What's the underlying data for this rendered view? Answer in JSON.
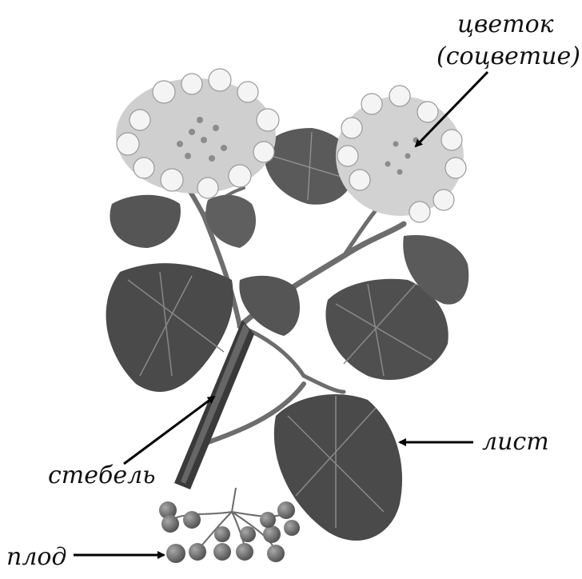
{
  "labels": {
    "flower_line1": "цветок",
    "flower_line2": "(соцветие)",
    "stem": "стебель",
    "leaf": "лист",
    "fruit": "плод"
  },
  "illustration": {
    "subject": "viburnum-branch",
    "colors": {
      "leaf": "#4a4a4a",
      "leaf_light": "#6e6e6e",
      "stem": "#3a3a3a",
      "flower": "#f2f2f2",
      "berry": "#707070",
      "arrow": "#000000"
    }
  }
}
